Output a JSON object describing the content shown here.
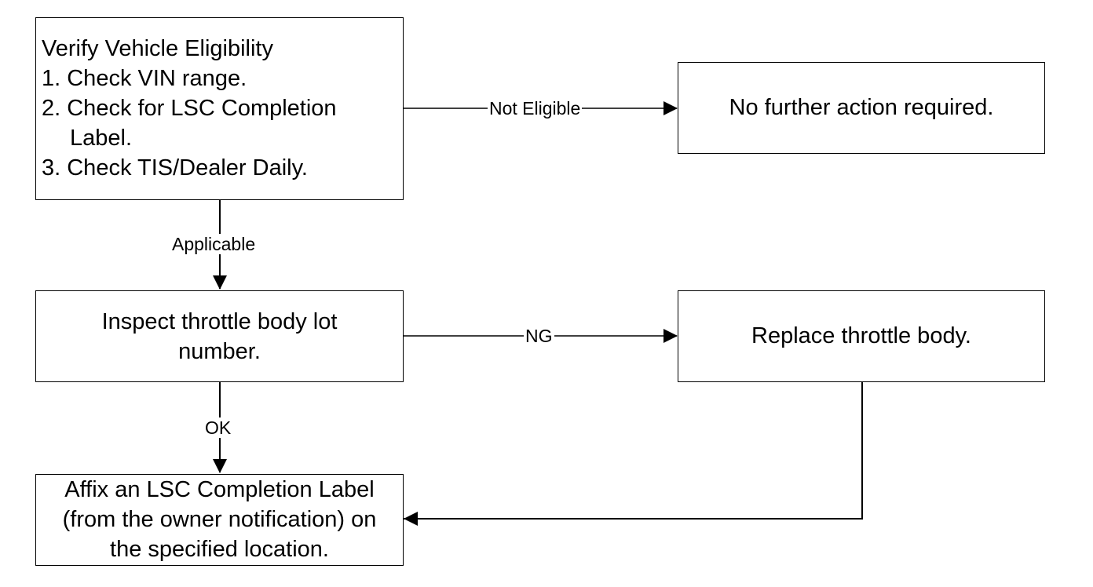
{
  "boxes": {
    "verify": {
      "title": "Verify Vehicle Eligibility",
      "step1": "1. Check VIN range.",
      "step2": "2. Check for LSC Completion",
      "step2_cont": "Label.",
      "step3": "3. Check TIS/Dealer Daily."
    },
    "no_action": {
      "line1": "No further action required."
    },
    "inspect": {
      "line1": "Inspect throttle body lot",
      "line2": "number."
    },
    "replace": {
      "line1": "Replace throttle body."
    },
    "affix": {
      "line1": "Affix an LSC Completion Label",
      "line2": "(from the owner notification) on",
      "line3": "the specified location."
    }
  },
  "edges": {
    "not_eligible": "Not Eligible",
    "applicable": "Applicable",
    "ng": "NG",
    "ok": "OK"
  }
}
